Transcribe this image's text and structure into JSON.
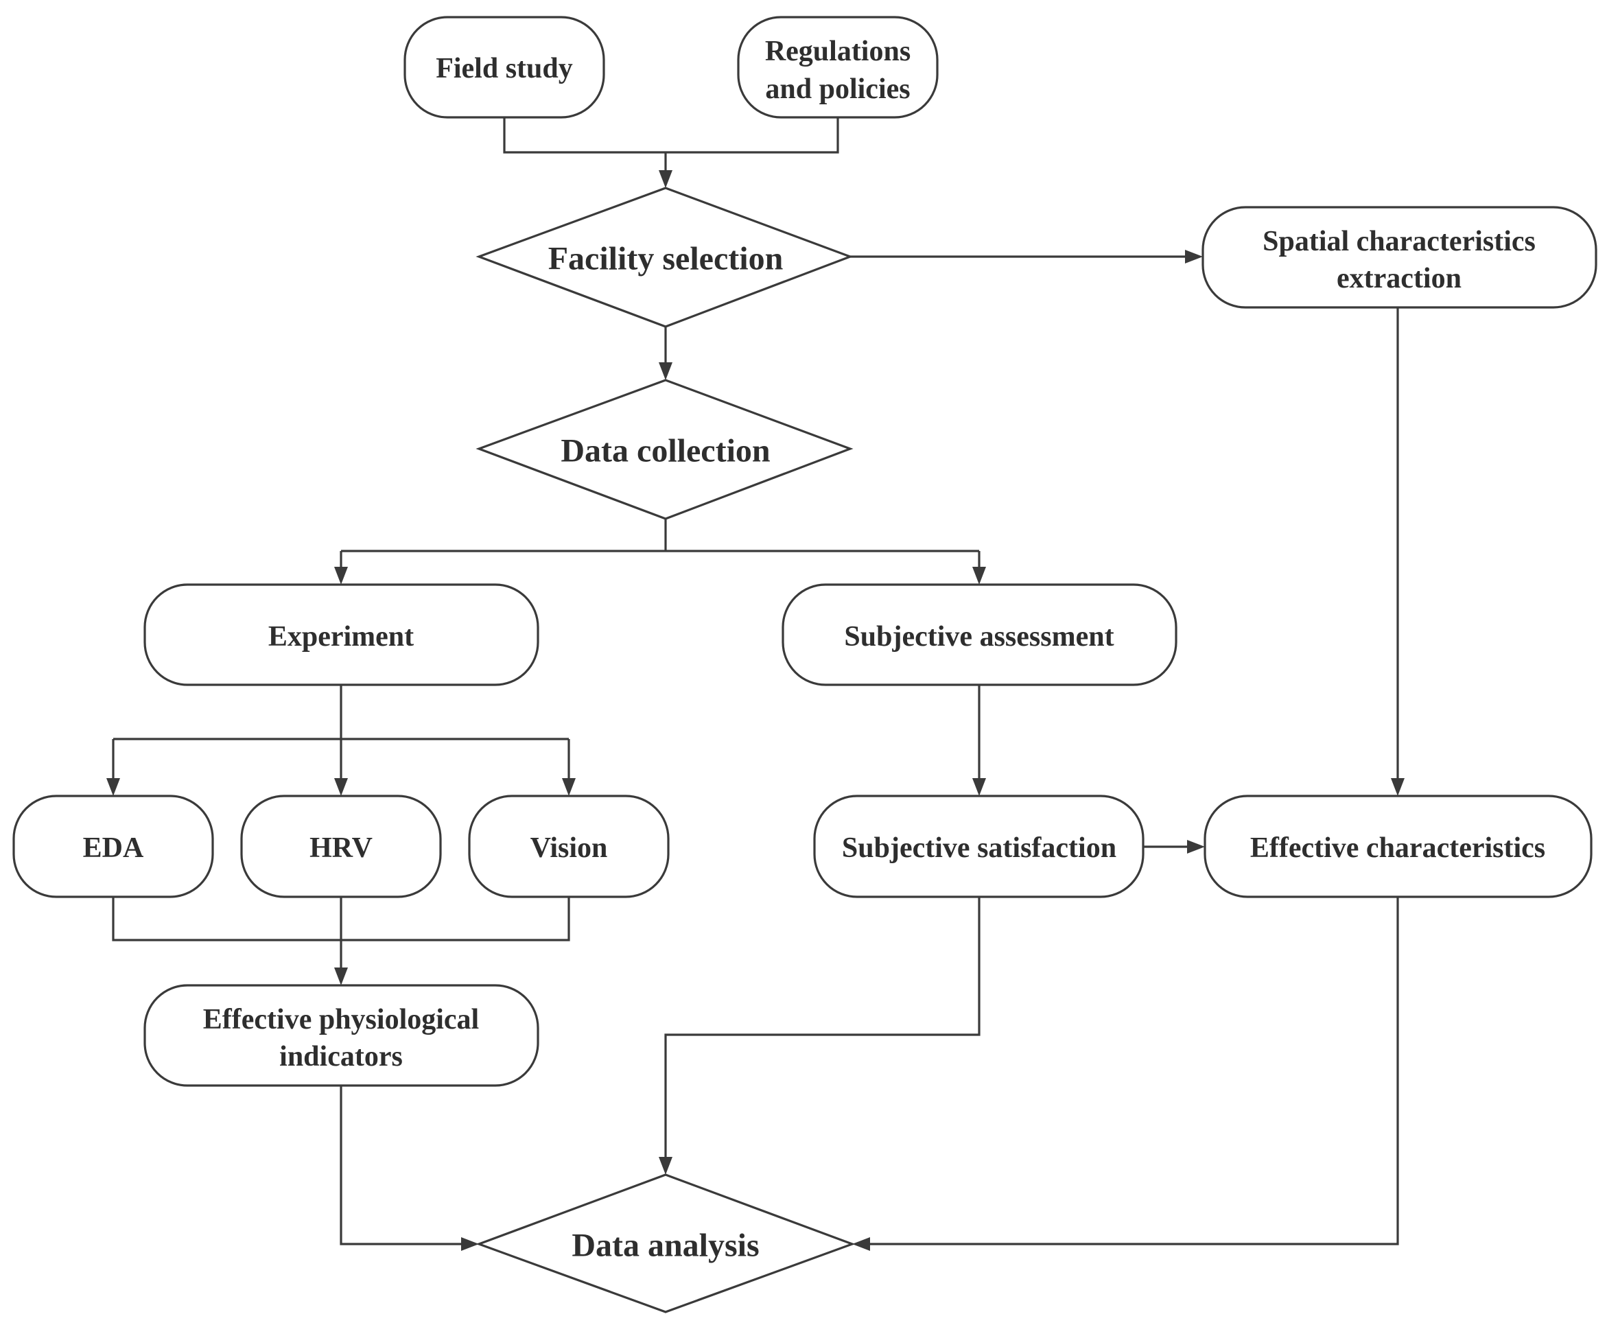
{
  "diagram": {
    "nodes": {
      "field_study": "Field study",
      "regulations": [
        "Regulations",
        "and policies"
      ],
      "facility_selection": "Facility selection",
      "spatial_extraction": [
        "Spatial characteristics",
        "extraction"
      ],
      "data_collection": "Data collection",
      "experiment": "Experiment",
      "subjective_assessment": "Subjective assessment",
      "eda": "EDA",
      "hrv": "HRV",
      "vision": "Vision",
      "subjective_satisfaction": "Subjective satisfaction",
      "effective_characteristics": "Effective characteristics",
      "physiological_indicators": [
        "Effective physiological",
        "indicators"
      ],
      "data_analysis": "Data analysis"
    },
    "colors": {
      "stroke": "#3a3a3a",
      "text": "#2e2e2e",
      "fill": "#ffffff"
    }
  }
}
